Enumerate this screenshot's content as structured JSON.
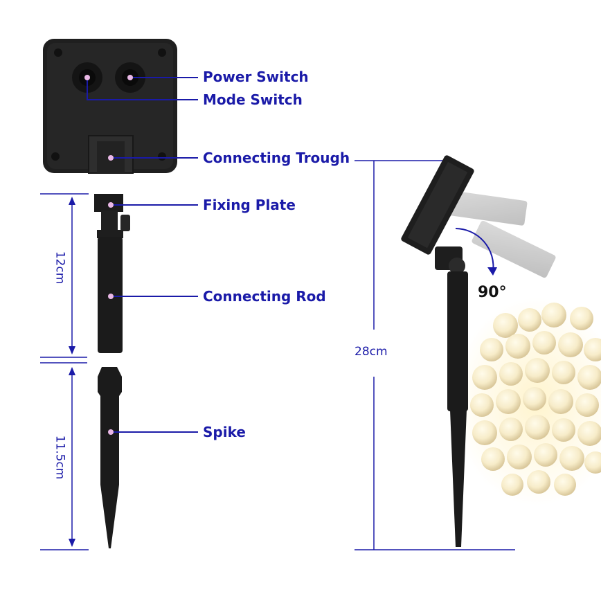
{
  "labels": {
    "power_switch": "Power Switch",
    "mode_switch": "Mode Switch",
    "connecting_trough": "Connecting Trough",
    "fixing_plate": "Fixing Plate",
    "connecting_rod": "Connecting Rod",
    "spike": "Spike"
  },
  "dimensions": {
    "rod_length": "12cm",
    "spike_length": "11.5cm",
    "total_height": "28cm",
    "tilt_angle": "90°"
  },
  "colors": {
    "annotation": "#1a1aa8",
    "device": "#1b1b1b",
    "marker": "#e9b8e6"
  }
}
